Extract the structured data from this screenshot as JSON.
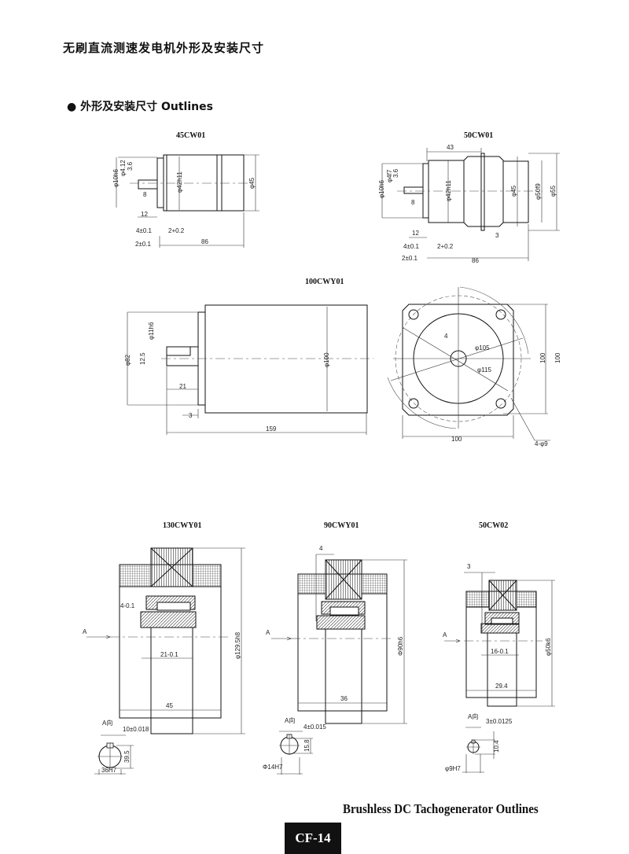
{
  "title": "无刷直流测速发电机外形及安装尺寸",
  "section": {
    "bullet": "●",
    "label": "外形及安装尺寸 Outlines"
  },
  "drawings": [
    {
      "name": "45CW01",
      "dims": [
        "φ10h6",
        "φ4.12",
        "3.6",
        "8",
        "12",
        "4±0.1",
        "2+0.2",
        "2±0.1",
        "86",
        "φ42h11",
        "φ45"
      ]
    },
    {
      "name": "50CW01",
      "dims": [
        "43",
        "φ10h6",
        "φ4f7",
        "3.6",
        "8",
        "12",
        "3",
        "4±0.1",
        "2+0.2",
        "2±0.1",
        "86",
        "φ42h11",
        "φ45",
        "φ50f9",
        "φ55"
      ]
    },
    {
      "name": "100CWY01",
      "dims": [
        "φ82",
        "φ11h6",
        "12.5",
        "21",
        "3",
        "159",
        "φ100",
        "4",
        "φ105",
        "φ115",
        "100",
        "100",
        "100",
        "4-φ9"
      ]
    },
    {
      "name": "130CWY01",
      "dims": [
        "4-0.1",
        "A",
        "21-0.1",
        "45",
        "φ129.5h8",
        "A向",
        "10±0.018",
        "39.5",
        "36H7"
      ]
    },
    {
      "name": "90CWY01",
      "dims": [
        "4",
        "A",
        "36",
        "Φ90h6",
        "A向",
        "4±0.015",
        "15.8",
        "Φ14H7"
      ]
    },
    {
      "name": "50CW02",
      "dims": [
        "3",
        "A",
        "16-0.1",
        "29.4",
        "φ50k6",
        "A向",
        "3±0.0125",
        "10.4",
        "φ9H7"
      ]
    }
  ],
  "footer": {
    "caption": "Brushless DC Tachogenerator Outlines",
    "page": "CF-14"
  }
}
